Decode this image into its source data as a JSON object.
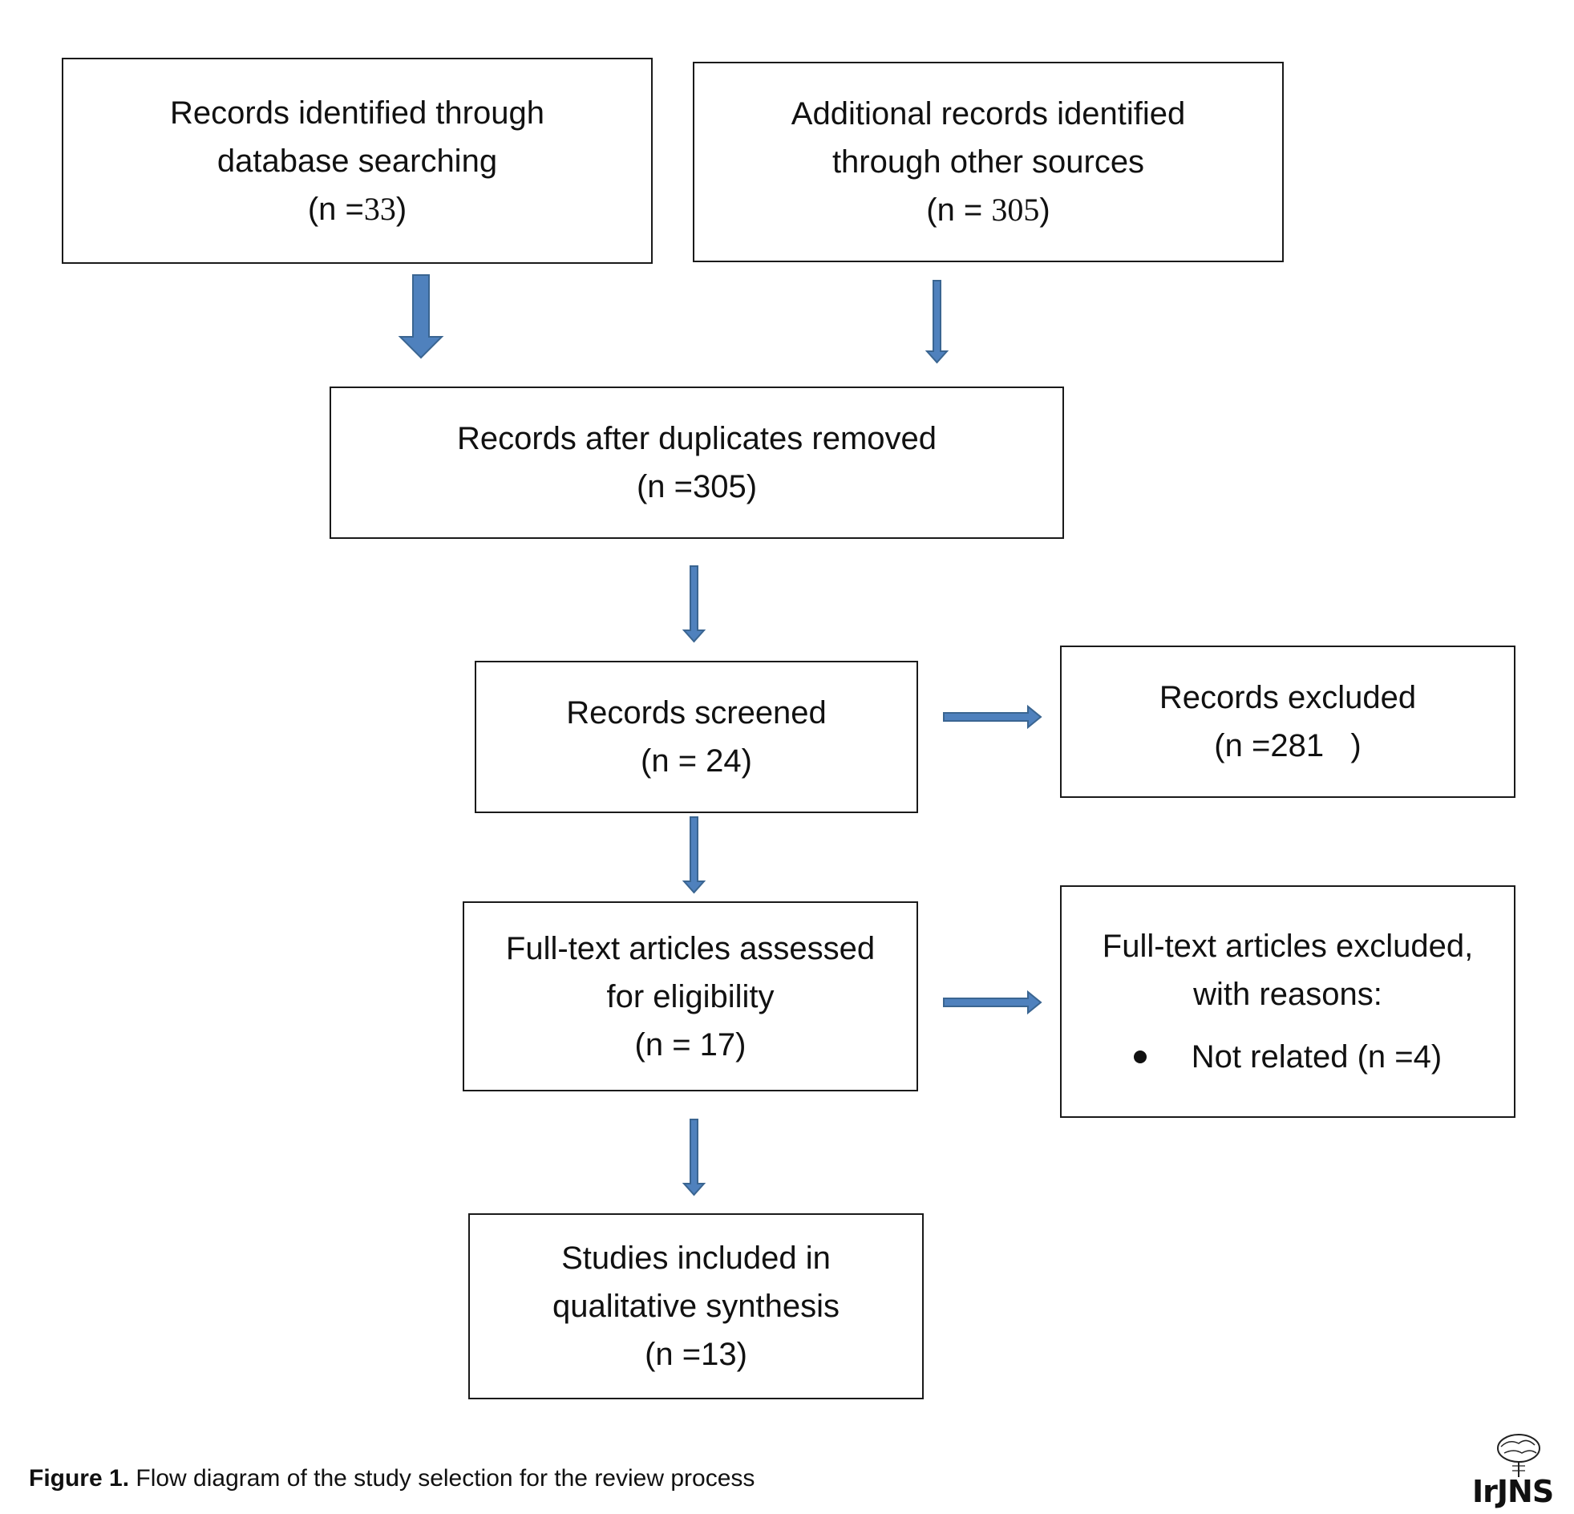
{
  "boxes": {
    "database": {
      "line1": "Records identified through",
      "line2": "database searching",
      "n_prefix": "(n =",
      "n_value": "33",
      "n_suffix": ")"
    },
    "other_sources": {
      "line1": "Additional records identified",
      "line2": "through other sources",
      "n_prefix": "(n = ",
      "n_value": "305",
      "n_suffix": ")"
    },
    "duplicates_removed": {
      "line1": "Records after duplicates removed",
      "count": "(n =305)"
    },
    "screened": {
      "line1": "Records screened",
      "count": "(n = 24)"
    },
    "excluded": {
      "line1": "Records excluded",
      "count": "(n =281   )"
    },
    "eligibility": {
      "line1": "Full-text articles assessed",
      "line2": "for eligibility",
      "count": "(n = 17)"
    },
    "fulltext_excluded": {
      "line1": "Full-text articles excluded,",
      "line2": "with reasons:",
      "bullet": "Not related (n =4)"
    },
    "included": {
      "line1": "Studies included in",
      "line2": "qualitative synthesis",
      "count": "(n =13)"
    }
  },
  "caption": {
    "label": "Figure 1.",
    "text": " Flow diagram of the study selection for the review process"
  },
  "logo": {
    "text": "IrJNS"
  },
  "colors": {
    "arrow_fill": "#4f81bd",
    "arrow_stroke": "#3a6591",
    "box_border": "#1a1a1a"
  }
}
